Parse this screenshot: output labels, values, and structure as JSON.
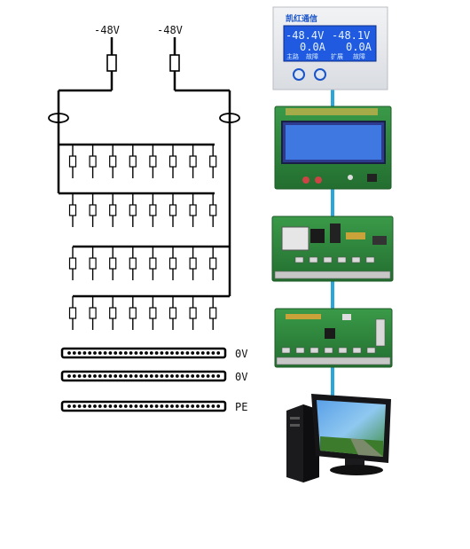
{
  "supply": {
    "left_label": "-48V",
    "right_label": "-48V"
  },
  "busbars": [
    {
      "label": "0V"
    },
    {
      "label": "0V"
    },
    {
      "label": "PE"
    }
  ],
  "fuse_rows": [
    {
      "count": 8
    },
    {
      "count": 8
    },
    {
      "count": 8
    },
    {
      "count": 8
    }
  ],
  "monitor_display": {
    "brand": "凯红通信",
    "line1_left": "-48.4V",
    "line1_right": "-48.1V",
    "line2_left": "0.0A",
    "line2_right": "0.0A",
    "line3": [
      "主路",
      "故障",
      "扩展",
      "故障"
    ]
  },
  "stack": [
    "display-panel",
    "lcd-board",
    "control-board",
    "io-board",
    "computer"
  ],
  "colors": {
    "wire": "#000000",
    "link": "#2aa6d9",
    "lcd_bg": "#1f5ae0",
    "pcb": "#2f8a3c",
    "panel": "#e4e6ea"
  }
}
